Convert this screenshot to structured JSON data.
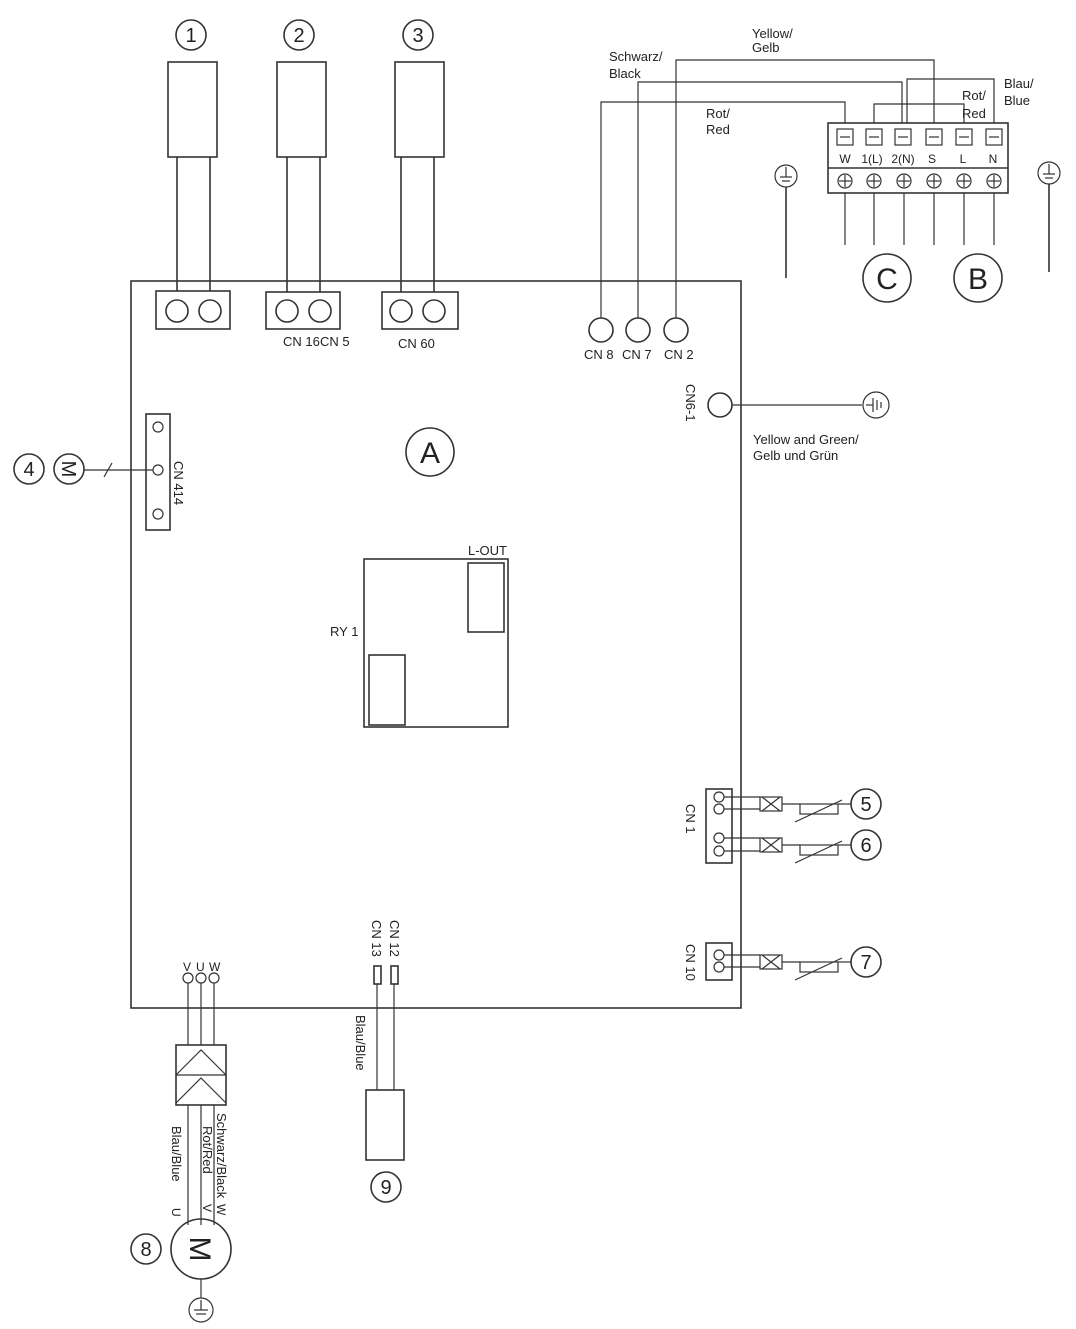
{
  "board_label": "A",
  "terminal_block_label": "B",
  "terminal_block_label_c": "C",
  "connectors": {
    "cn16": "CN 16",
    "cn5": "CN 5",
    "cn60": "CN 60",
    "cn8": "CN 8",
    "cn7": "CN 7",
    "cn2": "CN 2",
    "cn6_1": "CN6-1",
    "cn414": "CN 414",
    "cn1": "CN 1",
    "cn10": "CN 10",
    "cn13": "CN 13",
    "cn12": "CN 12",
    "l_out": "L-OUT",
    "ry1": "RY 1"
  },
  "terminals": [
    "W",
    "1(L)",
    "2(N)",
    "S",
    "L",
    "N"
  ],
  "wire_labels": {
    "yellow_1": "Yellow/",
    "yellow_2": "Gelb",
    "black_1": "Schwarz/",
    "black_2": "Black",
    "red_1": "Rot/",
    "red_2": "Red",
    "red_b1": "Rot/",
    "red_b2": "Red",
    "blue_1": "Blau/",
    "blue_2": "Blue",
    "ground_1": "Yellow and Green/",
    "ground_2": "Gelb und Grün",
    "cn13_wire": "Blau/Blue",
    "motor_black": "Schwarz/Black",
    "motor_red": "Rot/Red",
    "motor_blue": "Blau/Blue"
  },
  "motor_pins": {
    "v": "V",
    "u": "U",
    "w": "W"
  },
  "motor_wire_pins": {
    "w": "W",
    "v": "V",
    "u": "U"
  },
  "motor_symbol": "M",
  "callouts": [
    "1",
    "2",
    "3",
    "4",
    "5",
    "6",
    "7",
    "8",
    "9"
  ]
}
